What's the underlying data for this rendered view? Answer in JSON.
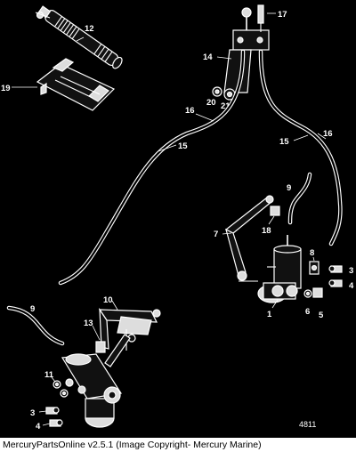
{
  "callouts": {
    "c1": "1",
    "c3a": "3",
    "c3b": "3",
    "c4a": "4",
    "c4b": "4",
    "c5": "5",
    "c6": "6",
    "c7": "7",
    "c8": "8",
    "c9a": "9",
    "c9b": "9",
    "c10": "10",
    "c11": "11",
    "c12": "12",
    "c13": "13",
    "c14": "14",
    "c15a": "15",
    "c15b": "15",
    "c16a": "16",
    "c16b": "16",
    "c17": "17",
    "c18": "18",
    "c19": "19",
    "c20": "20",
    "c21": "21"
  },
  "figure_number": "4811",
  "footer": {
    "text": "MercuryPartsOnline v2.5.1 (Image Copyright- Mercury Marine)"
  }
}
